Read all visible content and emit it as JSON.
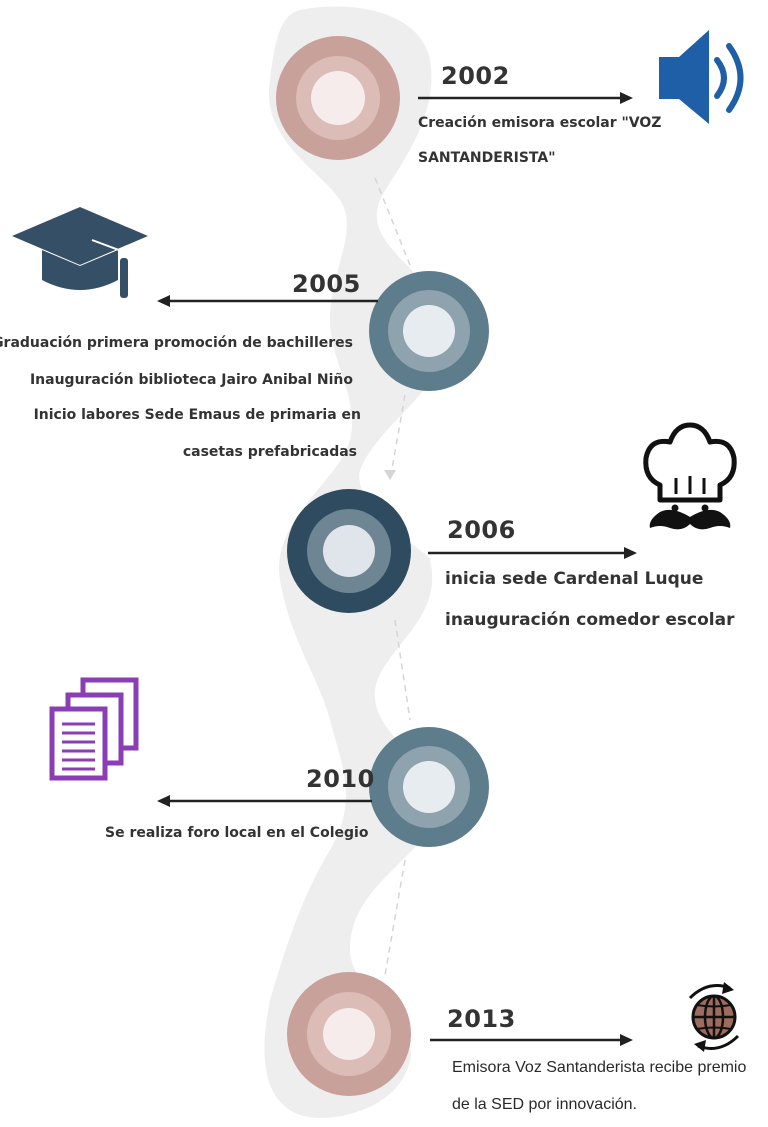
{
  "events": [
    {
      "year": "2002",
      "lines": [
        "Creación emisora escolar \"VOZ",
        "SANTANDERISTA\""
      ],
      "icon": "speaker-icon"
    },
    {
      "year": "2005",
      "lines": [
        "Graduación primera promoción de bachilleres",
        "Inauguración biblioteca Jairo Anibal Niño",
        "Inicio labores Sede Emaus  de  primaria en",
        "casetas prefabricadas"
      ],
      "icon": "graduation-cap-icon"
    },
    {
      "year": "2006",
      "lines": [
        "inicia sede Cardenal Luque",
        "inauguración comedor escolar"
      ],
      "icon": "chef-icon"
    },
    {
      "year": "2010",
      "lines": [
        "Se realiza foro local en el Colegio"
      ],
      "icon": "documents-icon"
    },
    {
      "year": "2013",
      "lines": [
        "Emisora Voz Santanderista recibe premio",
        "de la SED por innovación."
      ],
      "icon": "globe-icon"
    }
  ],
  "colors": {
    "rose": "#c9a19b",
    "slate": "#5e7d8c",
    "navy": "#2f4b5f",
    "ribbon": "#eeeeee",
    "arrow": "#222222",
    "speaker": "#1f5fa8",
    "cap": "#355066",
    "docs": "#8a3db5"
  }
}
